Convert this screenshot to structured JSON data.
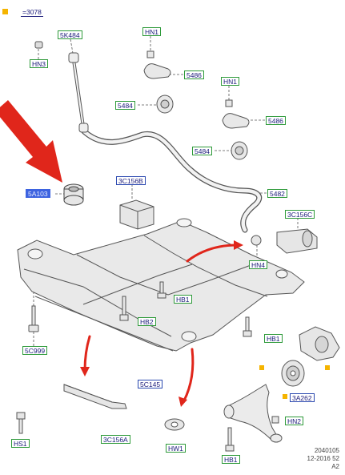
{
  "legend": {
    "marker_color": "#f5b400",
    "text": "=3078"
  },
  "callouts": {
    "n5K484": "5K484",
    "hn1_top": "HN1",
    "hn3": "HN3",
    "n5486_a": "5486",
    "hn1_right": "HN1",
    "n5484_a": "5484",
    "n5486_b": "5486",
    "n5484_b": "5484",
    "n5A103": "5A103",
    "n3C156B": "3C156B",
    "n5482": "5482",
    "n3C156C": "3C156C",
    "hn4": "HN4",
    "hb1_center": "HB1",
    "hb2": "HB2",
    "hb1_right": "HB1",
    "n5C999": "5C999",
    "n5C145": "5C145",
    "n3A262": "3A262",
    "hs1": "HS1",
    "n3C156A": "3C156A",
    "hw1": "HW1",
    "hn2": "HN2",
    "hb1_bottom": "HB1"
  },
  "stamp": {
    "line1": "2040105",
    "line2": "12-2016 52",
    "line3": "A2"
  },
  "colors": {
    "green_box": "#2e9a3a",
    "blue_box": "#2a48b0",
    "highlight": "#3d63e0",
    "arrow": "#e0261b",
    "orange_marker": "#f5b400"
  }
}
